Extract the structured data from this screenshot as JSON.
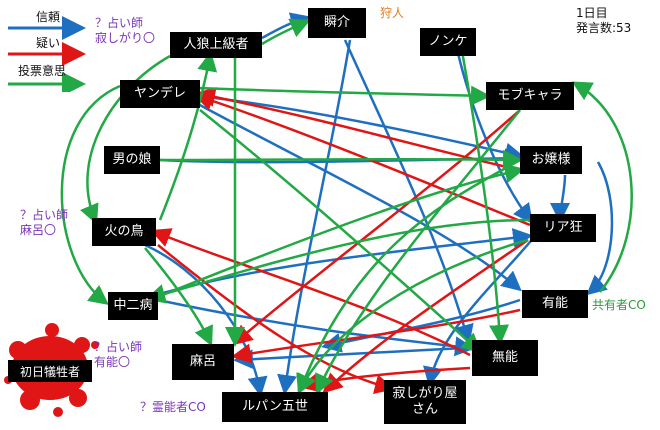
{
  "legend": {
    "trust": "信頼",
    "suspect": "疑い",
    "vote": "投票意思"
  },
  "day_info": {
    "day": "1日目",
    "speech_count": "発言数:53"
  },
  "colors": {
    "trust": "#1f6fc0",
    "suspect": "#e01515",
    "vote": "#22a845",
    "annotation_purple": "#7a35b5",
    "annotation_orange": "#e07a1a",
    "annotation_green": "#2a9a3a"
  },
  "nodes": {
    "jinrou": "人狼上級者",
    "shunsuke": "瞬介",
    "nonke": "ノンケ",
    "yandere": "ヤンデレ",
    "mobu": "モブキャラ",
    "otokonoko": "男の娘",
    "ojou": "お嬢様",
    "hinotori": "火の鳥",
    "riakyo": "リア狂",
    "chuuni": "中二病",
    "yuunou": "有能",
    "maro": "麻呂",
    "munou": "無能",
    "lupin": "ルパン五世",
    "sabishi": "寂しがり屋さん",
    "victim": "初日犠牲者"
  },
  "annotations": {
    "jinrou_note_1": "？占い師",
    "jinrou_note_2": "寂しがり〇",
    "shunsuke_role": "狩人",
    "hinotori_note_1": "？占い師",
    "hinotori_note_2": "麻呂〇",
    "victim_note_1": "？占い師",
    "victim_note_2": "有能〇",
    "lupin_note": "？霊能者CO",
    "yuunou_note": "共有者CO"
  }
}
